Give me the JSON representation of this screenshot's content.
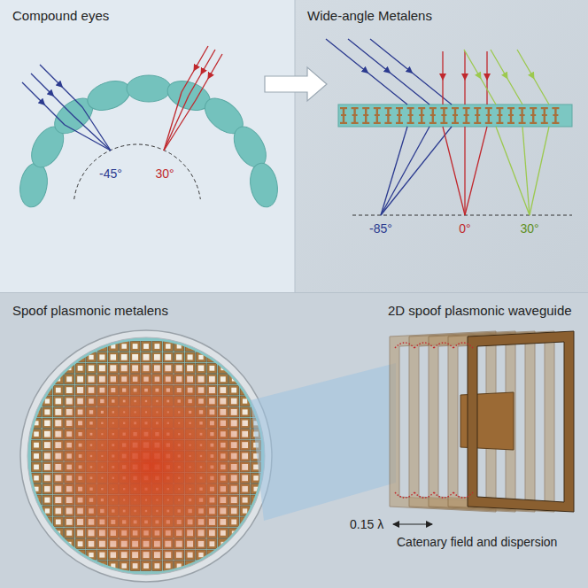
{
  "diagram": {
    "nodes": [
      {
        "text": [
          "Compound eyes"
        ]
      },
      {
        "text": [
          "Wide-angle Metalens"
        ]
      },
      {
        "text": [
          "Spoof plasmonic metalens",
          "2D spoof plasmonic waveguide"
        ]
      }
    ],
    "edges": [
      {
        "from": 0,
        "to": 1,
        "arrow": "to"
      }
    ],
    "labels": [
      "-45°",
      "30°",
      "-85°",
      "0°",
      "30°",
      "0.15 λ",
      "Catenary field and dispersion"
    ]
  }
}
